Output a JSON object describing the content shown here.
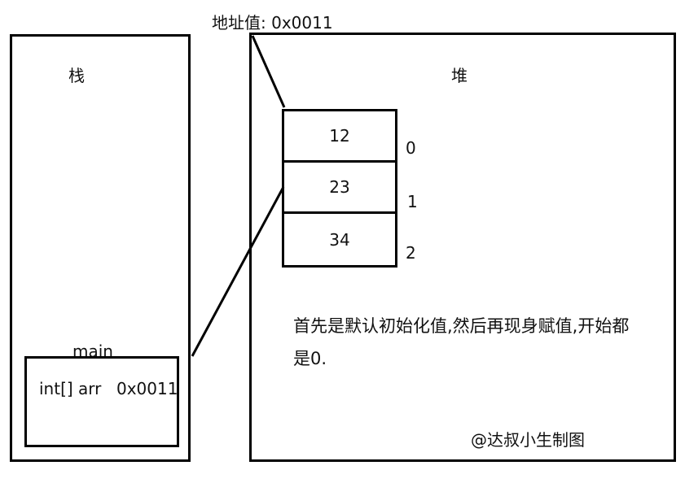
{
  "address_label": "地址值: 0x0011",
  "stack": {
    "title": "栈",
    "frame_label": "main",
    "variable": "int[] arr",
    "variable_value": "0x0011"
  },
  "heap": {
    "title": "堆",
    "array": [
      {
        "value": "12",
        "index": "0"
      },
      {
        "value": "23",
        "index": "1"
      },
      {
        "value": "34",
        "index": "2"
      }
    ],
    "note_line1": "首先是默认初始化值,然后再现身赋值,开始都",
    "note_line2": "是0."
  },
  "watermark": "@达叔小生制图"
}
